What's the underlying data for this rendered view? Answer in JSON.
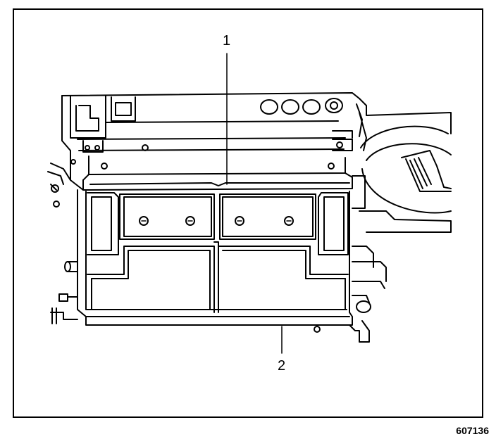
{
  "diagram": {
    "callouts": [
      {
        "id": "1",
        "label": "1"
      },
      {
        "id": "2",
        "label": "2"
      }
    ],
    "figure_number": "607136"
  },
  "colors": {
    "line": "#000000",
    "background": "#ffffff"
  }
}
